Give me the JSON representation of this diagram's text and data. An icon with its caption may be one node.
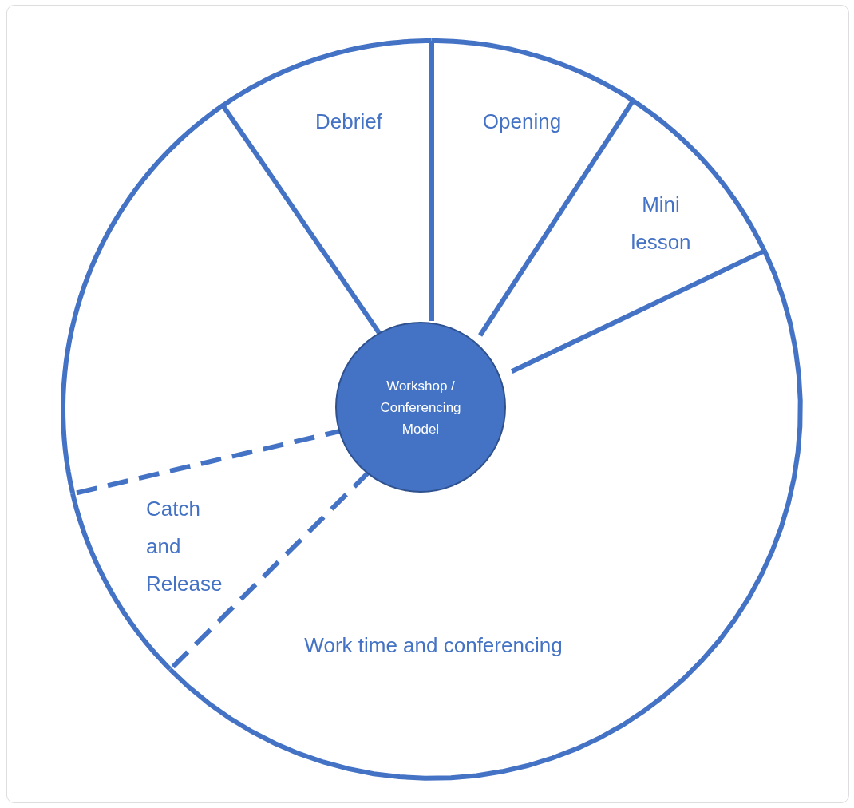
{
  "diagram": {
    "nodes": [
      {
        "text": [
          "Debrief"
        ]
      },
      {
        "text": [
          "Opening"
        ]
      },
      {
        "text": [
          "Mini lesson"
        ]
      },
      {
        "text": [],
        "shape": "sector"
      },
      {
        "text": [
          "Workshop / Conferencing Model"
        ]
      },
      {
        "text": [
          "Catch and Release"
        ]
      },
      {
        "text": [
          "Work time and conferencing"
        ]
      }
    ],
    "edges": []
  }
}
